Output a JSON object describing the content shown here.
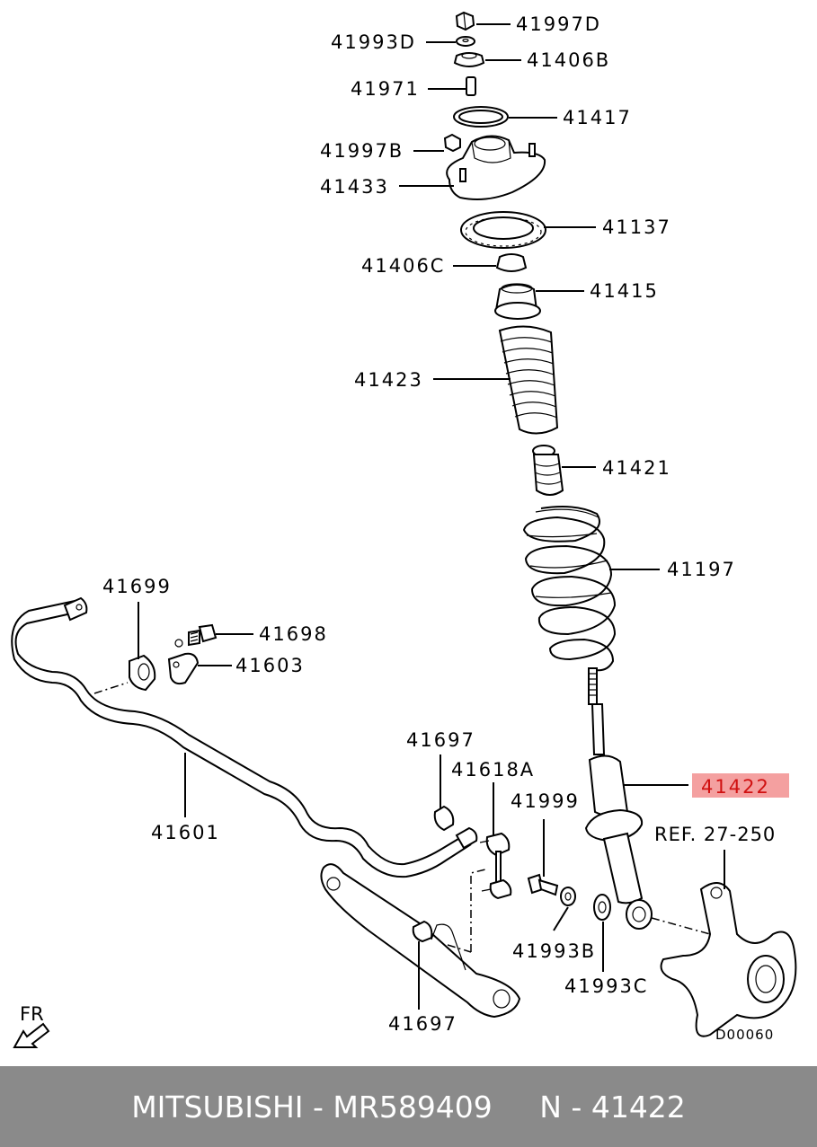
{
  "labels": {
    "p41997D": "41997D",
    "p41993D": "41993D",
    "p41406B": "41406B",
    "p41971": "41971",
    "p41417": "41417",
    "p41997B": "41997B",
    "p41433": "41433",
    "p41137": "41137",
    "p41406C": "41406C",
    "p41415": "41415",
    "p41423": "41423",
    "p41421": "41421",
    "p41197": "41197",
    "p41699": "41699",
    "p41698": "41698",
    "p41603": "41603",
    "p41697a": "41697",
    "p41618A": "41618A",
    "p41999": "41999",
    "p41422": "41422",
    "ref": "REF. 27-250",
    "p41601": "41601",
    "p41993B": "41993B",
    "p41993C": "41993C",
    "p41697b": "41697",
    "fr": "FR",
    "code": "D00060"
  },
  "highlight_color": "#f4a0a0",
  "footer": {
    "brand": "MITSUBISHI",
    "sep1": " - ",
    "part_number": "MR589409",
    "gap": "     ",
    "position": "N - 41422"
  }
}
